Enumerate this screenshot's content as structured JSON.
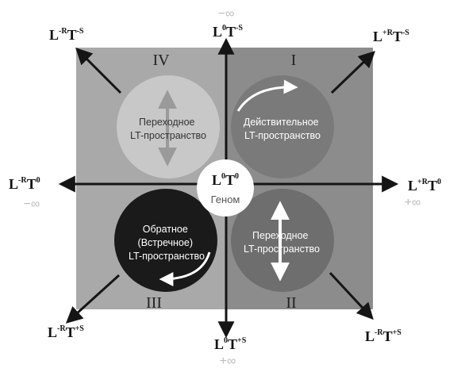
{
  "colors": {
    "square_left": "#a9a9a9",
    "square_right": "#8c8c8c",
    "axis": "#151515",
    "circle_q1": "#7a7a7a",
    "circle_q2": "#6e6e6e",
    "circle_q3": "#1a1a1a",
    "circle_q4": "#c8c8c8",
    "center_circle": "#ffffff"
  },
  "quadrant_numerals": {
    "q1": "I",
    "q2": "II",
    "q3": "III",
    "q4": "IV"
  },
  "circles": {
    "q1": {
      "line1": "Действительное",
      "line2": "LT-пространство"
    },
    "q2": {
      "line1": "Переходное",
      "line2": "LT-пространство"
    },
    "q3": {
      "line1": "Обратное",
      "line2": "(Встречное)",
      "line3": "LT-пространство"
    },
    "q4": {
      "line1": "Переходное",
      "line2": "LT-пространство"
    }
  },
  "center": {
    "L": "L",
    "L_sup": "0",
    "T": "T",
    "T_sup": "0",
    "caption": "Геном"
  },
  "labels": {
    "top": {
      "L": "L",
      "L_sup": "0",
      "T": "T",
      "T_sup": "-S"
    },
    "bottom": {
      "L": "L",
      "L_sup": "0",
      "T": "T",
      "T_sup": "+S"
    },
    "left": {
      "L": "L",
      "L_sup": "-R",
      "T": "T",
      "T_sup": "0"
    },
    "right": {
      "L": "L",
      "L_sup": "+R",
      "T": "T",
      "T_sup": "0"
    },
    "top_left": {
      "L": "L",
      "L_sup": "-R",
      "T": "T",
      "T_sup": "-S"
    },
    "top_right": {
      "L": "L",
      "L_sup": "+R",
      "T": "T",
      "T_sup": "-S"
    },
    "bottom_left": {
      "L": "L",
      "L_sup": "-R",
      "T": "T",
      "T_sup": "+S"
    },
    "bottom_right": {
      "L": "L",
      "L_sup": "-R",
      "T": "T",
      "T_sup": "+S"
    }
  },
  "infinity": {
    "top": "−∞",
    "left": "−∞",
    "right": "+∞",
    "bottom": "+∞"
  }
}
